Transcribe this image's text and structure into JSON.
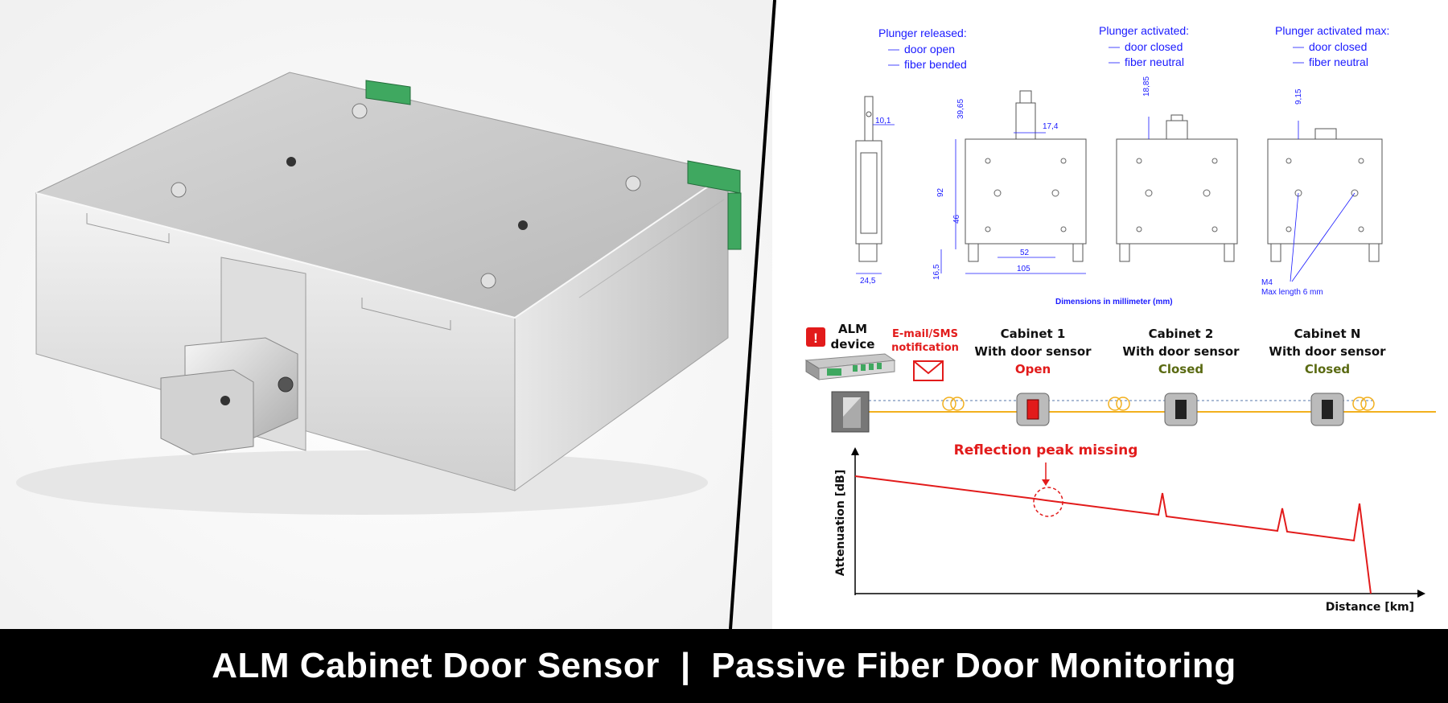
{
  "banner": {
    "left": "ALM Cabinet Door Sensor",
    "separator": "|",
    "right": "Passive Fiber Door Monitoring"
  },
  "states": [
    {
      "title": "Plunger released:",
      "line1": "door open",
      "line2": "fiber bended"
    },
    {
      "title": "Plunger activated:",
      "line1": "door closed",
      "line2": "fiber neutral"
    },
    {
      "title": "Plunger activated max:",
      "line1": "door closed",
      "line2": "fiber neutral"
    }
  ],
  "dimensions": {
    "side_width": "10,1",
    "side_depth": "24,5",
    "plunger_height_1": "39,65",
    "plunger_width": "17,4",
    "total_height": "92",
    "hole_height": "46",
    "hole_spacing": "52",
    "base_offset": "16,5",
    "total_width": "105",
    "plunger_height_2": "18,85",
    "plunger_height_3": "9,15",
    "screw": "M4",
    "screw_note": "Max length 6 mm",
    "caption": "Dimensions in millimeter (mm)"
  },
  "network": {
    "alm_label_1": "ALM",
    "alm_label_2": "device",
    "notify_1": "E-mail/SMS",
    "notify_2": "notification",
    "cabinets": [
      {
        "name": "Cabinet 1",
        "sub": "With door sensor",
        "status": "Open"
      },
      {
        "name": "Cabinet 2",
        "sub": "With door sensor",
        "status": "Closed"
      },
      {
        "name": "Cabinet N",
        "sub": "With door sensor",
        "status": "Closed"
      }
    ],
    "colors": {
      "fiber": "#f2b01e",
      "open": "#e21b1b",
      "closed": "#5a6a12",
      "trace": "#e21b1b"
    }
  },
  "trace": {
    "annotation": "Reflection peak missing",
    "ylabel": "Attenuation [dB]",
    "xlabel": "Distance [km]"
  }
}
